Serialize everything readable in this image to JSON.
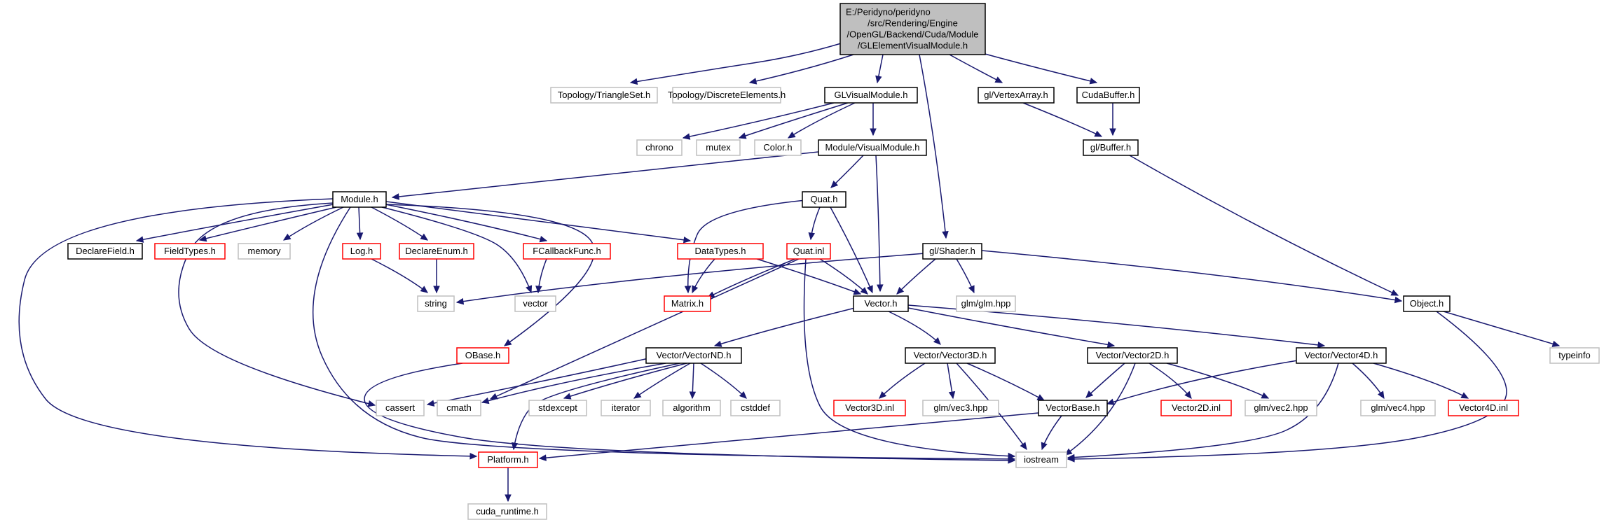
{
  "diagram": {
    "type": "include-dependency-graph",
    "colors": {
      "edge": "#191970",
      "root_fill": "#bfbfbf",
      "normal_border": "#000000",
      "undocumented_border": "#ff0000",
      "external_border": "#bfbfbf",
      "node_fill": "#ffffff",
      "text": "#000000"
    },
    "nodes": [
      {
        "id": "root",
        "lines": [
          "E:/Peridyno/peridyno",
          "/src/Rendering/Engine",
          "/OpenGL/Backend/Cuda/Module",
          "/GLElementVisualModule.h"
        ],
        "kind": "root"
      },
      {
        "id": "triangleset",
        "lines": [
          "Topology/TriangleSet.h"
        ],
        "kind": "external"
      },
      {
        "id": "discrete",
        "lines": [
          "Topology/DiscreteElements.h"
        ],
        "kind": "external"
      },
      {
        "id": "glvisual",
        "lines": [
          "GLVisualModule.h"
        ],
        "kind": "normal"
      },
      {
        "id": "vertexarray",
        "lines": [
          "gl/VertexArray.h"
        ],
        "kind": "normal"
      },
      {
        "id": "cudabuffer",
        "lines": [
          "CudaBuffer.h"
        ],
        "kind": "normal"
      },
      {
        "id": "chrono",
        "lines": [
          "chrono"
        ],
        "kind": "external"
      },
      {
        "id": "mutex",
        "lines": [
          "mutex"
        ],
        "kind": "external"
      },
      {
        "id": "color",
        "lines": [
          "Color.h"
        ],
        "kind": "external"
      },
      {
        "id": "modvisual",
        "lines": [
          "Module/VisualModule.h"
        ],
        "kind": "normal"
      },
      {
        "id": "glbuffer",
        "lines": [
          "gl/Buffer.h"
        ],
        "kind": "normal"
      },
      {
        "id": "module",
        "lines": [
          "Module.h"
        ],
        "kind": "normal"
      },
      {
        "id": "quat",
        "lines": [
          "Quat.h"
        ],
        "kind": "normal"
      },
      {
        "id": "declarefield",
        "lines": [
          "DeclareField.h"
        ],
        "kind": "normal"
      },
      {
        "id": "fieldtypes",
        "lines": [
          "FieldTypes.h"
        ],
        "kind": "undocumented"
      },
      {
        "id": "memory",
        "lines": [
          "memory"
        ],
        "kind": "external"
      },
      {
        "id": "log",
        "lines": [
          "Log.h"
        ],
        "kind": "undocumented"
      },
      {
        "id": "declareenum",
        "lines": [
          "DeclareEnum.h"
        ],
        "kind": "undocumented"
      },
      {
        "id": "fcallback",
        "lines": [
          "FCallbackFunc.h"
        ],
        "kind": "undocumented"
      },
      {
        "id": "datatypes",
        "lines": [
          "DataTypes.h"
        ],
        "kind": "undocumented"
      },
      {
        "id": "quatinl",
        "lines": [
          "Quat.inl"
        ],
        "kind": "undocumented"
      },
      {
        "id": "shader",
        "lines": [
          "gl/Shader.h"
        ],
        "kind": "normal"
      },
      {
        "id": "string",
        "lines": [
          "string"
        ],
        "kind": "external"
      },
      {
        "id": "vector",
        "lines": [
          "vector"
        ],
        "kind": "external"
      },
      {
        "id": "matrix",
        "lines": [
          "Matrix.h"
        ],
        "kind": "undocumented"
      },
      {
        "id": "vectorh",
        "lines": [
          "Vector.h"
        ],
        "kind": "normal"
      },
      {
        "id": "glm",
        "lines": [
          "glm/glm.hpp"
        ],
        "kind": "external"
      },
      {
        "id": "object",
        "lines": [
          "Object.h"
        ],
        "kind": "normal"
      },
      {
        "id": "obase",
        "lines": [
          "OBase.h"
        ],
        "kind": "undocumented"
      },
      {
        "id": "vectornd",
        "lines": [
          "Vector/VectorND.h"
        ],
        "kind": "normal"
      },
      {
        "id": "vector3d",
        "lines": [
          "Vector/Vector3D.h"
        ],
        "kind": "normal"
      },
      {
        "id": "vector2d",
        "lines": [
          "Vector/Vector2D.h"
        ],
        "kind": "normal"
      },
      {
        "id": "vector4d",
        "lines": [
          "Vector/Vector4D.h"
        ],
        "kind": "normal"
      },
      {
        "id": "typeinfo",
        "lines": [
          "typeinfo"
        ],
        "kind": "external"
      },
      {
        "id": "cassert",
        "lines": [
          "cassert"
        ],
        "kind": "external"
      },
      {
        "id": "cmath",
        "lines": [
          "cmath"
        ],
        "kind": "external"
      },
      {
        "id": "stdexcept",
        "lines": [
          "stdexcept"
        ],
        "kind": "external"
      },
      {
        "id": "iterator",
        "lines": [
          "iterator"
        ],
        "kind": "external"
      },
      {
        "id": "algorithm",
        "lines": [
          "algorithm"
        ],
        "kind": "external"
      },
      {
        "id": "cstddef",
        "lines": [
          "cstddef"
        ],
        "kind": "external"
      },
      {
        "id": "vector3dinl",
        "lines": [
          "Vector3D.inl"
        ],
        "kind": "undocumented"
      },
      {
        "id": "vec3",
        "lines": [
          "glm/vec3.hpp"
        ],
        "kind": "external"
      },
      {
        "id": "vectorbase",
        "lines": [
          "VectorBase.h"
        ],
        "kind": "normal"
      },
      {
        "id": "vector2dinl",
        "lines": [
          "Vector2D.inl"
        ],
        "kind": "undocumented"
      },
      {
        "id": "vec2",
        "lines": [
          "glm/vec2.hpp"
        ],
        "kind": "external"
      },
      {
        "id": "vec4",
        "lines": [
          "glm/vec4.hpp"
        ],
        "kind": "external"
      },
      {
        "id": "vector4dinl",
        "lines": [
          "Vector4D.inl"
        ],
        "kind": "undocumented"
      },
      {
        "id": "platform",
        "lines": [
          "Platform.h"
        ],
        "kind": "undocumented"
      },
      {
        "id": "iostream",
        "lines": [
          "iostream"
        ],
        "kind": "external"
      },
      {
        "id": "cudaruntime",
        "lines": [
          "cuda_runtime.h"
        ],
        "kind": "external"
      }
    ],
    "edges": [
      [
        "root",
        "triangleset"
      ],
      [
        "root",
        "discrete"
      ],
      [
        "root",
        "glvisual"
      ],
      [
        "root",
        "vertexarray"
      ],
      [
        "root",
        "cudabuffer"
      ],
      [
        "root",
        "shader"
      ],
      [
        "glvisual",
        "chrono"
      ],
      [
        "glvisual",
        "mutex"
      ],
      [
        "glvisual",
        "color"
      ],
      [
        "glvisual",
        "modvisual"
      ],
      [
        "vertexarray",
        "glbuffer"
      ],
      [
        "cudabuffer",
        "glbuffer"
      ],
      [
        "glbuffer",
        "object"
      ],
      [
        "modvisual",
        "module"
      ],
      [
        "modvisual",
        "quat"
      ],
      [
        "modvisual",
        "vectorh"
      ],
      [
        "module",
        "declarefield"
      ],
      [
        "module",
        "fieldtypes"
      ],
      [
        "module",
        "memory"
      ],
      [
        "module",
        "log"
      ],
      [
        "module",
        "declareenum"
      ],
      [
        "module",
        "fcallback"
      ],
      [
        "module",
        "datatypes"
      ],
      [
        "module",
        "vector"
      ],
      [
        "module",
        "obase"
      ],
      [
        "module",
        "cassert"
      ],
      [
        "module",
        "platform"
      ],
      [
        "module",
        "iostream"
      ],
      [
        "log",
        "string"
      ],
      [
        "declareenum",
        "string"
      ],
      [
        "fcallback",
        "vector"
      ],
      [
        "quat",
        "quatinl"
      ],
      [
        "quat",
        "matrix"
      ],
      [
        "quat",
        "vectorh"
      ],
      [
        "datatypes",
        "matrix"
      ],
      [
        "datatypes",
        "vectorh"
      ],
      [
        "quatinl",
        "matrix"
      ],
      [
        "quatinl",
        "vectorh"
      ],
      [
        "quatinl",
        "cmath"
      ],
      [
        "quatinl",
        "iostream"
      ],
      [
        "shader",
        "string"
      ],
      [
        "shader",
        "vectorh"
      ],
      [
        "shader",
        "glm"
      ],
      [
        "shader",
        "object"
      ],
      [
        "vectorh",
        "vectornd"
      ],
      [
        "vectorh",
        "vector3d"
      ],
      [
        "vectorh",
        "vector2d"
      ],
      [
        "vectorh",
        "vector4d"
      ],
      [
        "object",
        "typeinfo"
      ],
      [
        "object",
        "iostream"
      ],
      [
        "obase",
        "iostream"
      ],
      [
        "vectornd",
        "cassert"
      ],
      [
        "vectornd",
        "cmath"
      ],
      [
        "vectornd",
        "stdexcept"
      ],
      [
        "vectornd",
        "iterator"
      ],
      [
        "vectornd",
        "algorithm"
      ],
      [
        "vectornd",
        "cstddef"
      ],
      [
        "vectornd",
        "platform"
      ],
      [
        "vector3d",
        "vector3dinl"
      ],
      [
        "vector3d",
        "vec3"
      ],
      [
        "vector3d",
        "vectorbase"
      ],
      [
        "vector3d",
        "iostream"
      ],
      [
        "vector2d",
        "vectorbase"
      ],
      [
        "vector2d",
        "vector2dinl"
      ],
      [
        "vector2d",
        "vec2"
      ],
      [
        "vector2d",
        "iostream"
      ],
      [
        "vector4d",
        "vectorbase"
      ],
      [
        "vector4d",
        "vec4"
      ],
      [
        "vector4d",
        "vector4dinl"
      ],
      [
        "vector4d",
        "iostream"
      ],
      [
        "vectorbase",
        "iostream"
      ],
      [
        "vectorbase",
        "platform"
      ],
      [
        "platform",
        "cudaruntime"
      ]
    ]
  }
}
